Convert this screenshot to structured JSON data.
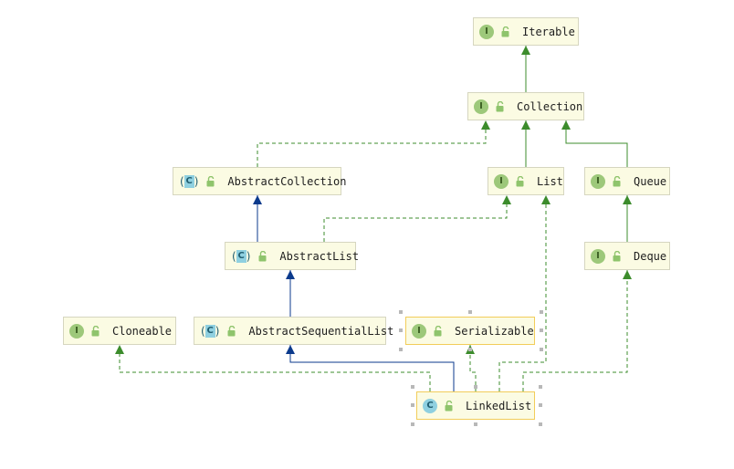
{
  "colors": {
    "implements_edge": "#3c8c2c",
    "extends_edge": "#0b3a8c",
    "node_fill": "#fbfbe3",
    "interface_badge": "#9dc87a",
    "class_badge": "#8fd0e0",
    "selection_border": "#f2cd5a"
  },
  "nodes": {
    "iterable": {
      "label": "Iterable",
      "kind": "interface",
      "icon": "interface-badge-icon"
    },
    "collection": {
      "label": "Collection",
      "kind": "interface",
      "icon": "interface-badge-icon"
    },
    "abstract_collection": {
      "label": "AbstractCollection",
      "kind": "abstract-class",
      "icon": "abstract-class-badge-icon"
    },
    "list": {
      "label": "List",
      "kind": "interface",
      "icon": "interface-badge-icon"
    },
    "queue": {
      "label": "Queue",
      "kind": "interface",
      "icon": "interface-badge-icon"
    },
    "abstract_list": {
      "label": "AbstractList",
      "kind": "abstract-class",
      "icon": "abstract-class-badge-icon"
    },
    "deque": {
      "label": "Deque",
      "kind": "interface",
      "icon": "interface-badge-icon"
    },
    "cloneable": {
      "label": "Cloneable",
      "kind": "interface",
      "icon": "interface-badge-icon"
    },
    "abstract_sequential_list": {
      "label": "AbstractSequentialList",
      "kind": "abstract-class",
      "icon": "abstract-class-badge-icon"
    },
    "serializable": {
      "label": "Serializable",
      "kind": "interface",
      "icon": "interface-badge-icon"
    },
    "linked_list": {
      "label": "LinkedList",
      "kind": "class",
      "icon": "class-badge-icon"
    }
  },
  "badge_letters": {
    "interface": "I",
    "class": "C"
  },
  "edges": [
    {
      "from": "collection",
      "to": "iterable",
      "type": "extends-interface"
    },
    {
      "from": "abstract_collection",
      "to": "collection",
      "type": "implements"
    },
    {
      "from": "list",
      "to": "collection",
      "type": "extends-interface"
    },
    {
      "from": "queue",
      "to": "collection",
      "type": "extends-interface"
    },
    {
      "from": "abstract_list",
      "to": "abstract_collection",
      "type": "extends"
    },
    {
      "from": "abstract_list",
      "to": "list",
      "type": "implements"
    },
    {
      "from": "deque",
      "to": "queue",
      "type": "extends-interface"
    },
    {
      "from": "abstract_sequential_list",
      "to": "abstract_list",
      "type": "extends"
    },
    {
      "from": "linked_list",
      "to": "abstract_sequential_list",
      "type": "extends"
    },
    {
      "from": "linked_list",
      "to": "cloneable",
      "type": "implements"
    },
    {
      "from": "linked_list",
      "to": "serializable",
      "type": "implements"
    },
    {
      "from": "linked_list",
      "to": "list",
      "type": "implements"
    },
    {
      "from": "linked_list",
      "to": "deque",
      "type": "implements"
    }
  ]
}
